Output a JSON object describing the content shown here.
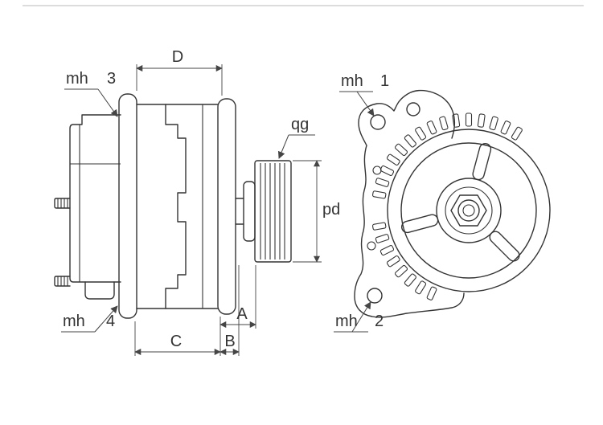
{
  "page": {
    "frame_line_color": "#b8b8b8",
    "background": "#ffffff"
  },
  "drawing": {
    "line_color": "#343434",
    "dim_color": "#454545",
    "text_color": "#343434",
    "dimensions": {
      "d": "D",
      "c": "C",
      "b": "B",
      "a": "A",
      "pd": "pd"
    },
    "callouts": {
      "qg": "qg",
      "mh1": {
        "label": "mh",
        "num": "1"
      },
      "mh2": {
        "label": "mh",
        "num": "2"
      },
      "mh3": {
        "label": "mh",
        "num": "3"
      },
      "mh4": {
        "label": "mh",
        "num": "4"
      }
    }
  }
}
